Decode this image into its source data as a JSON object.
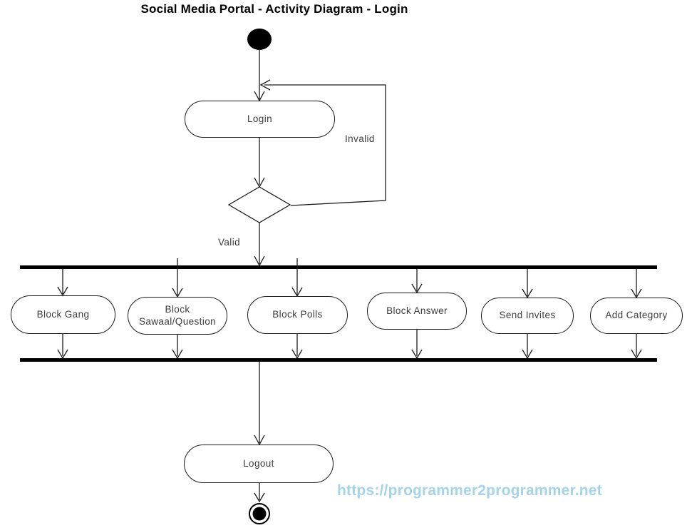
{
  "title": "Social Media Portal - Activity Diagram - Login",
  "watermark": "https://programmer2programmer.net",
  "colors": {
    "line": "#1c1c1c",
    "node_text": "#3d3d3d",
    "bar": "#000000",
    "watermark": "#a5d3e9"
  },
  "nodes": {
    "initial": "initial-state",
    "login": "Login",
    "decision": "decision",
    "logout": "Logout",
    "final": "final-state"
  },
  "edge_labels": {
    "invalid": "Invalid",
    "valid": "Valid"
  },
  "activities": [
    {
      "label": "Block Gang"
    },
    {
      "label": "Block\nSawaal/Question"
    },
    {
      "label": "Block Polls"
    },
    {
      "label": "Block Answer"
    },
    {
      "label": "Send Invites"
    },
    {
      "label": "Add Category"
    }
  ]
}
